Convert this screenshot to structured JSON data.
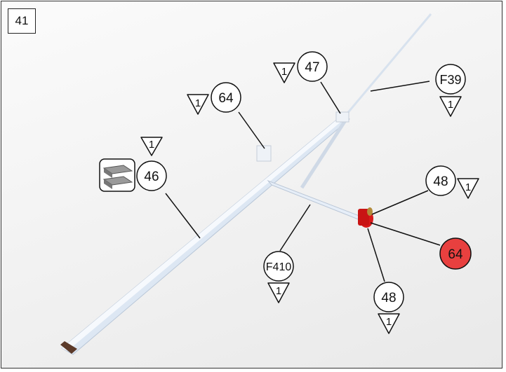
{
  "step": "41",
  "qty": "1",
  "parts": {
    "p46": "46",
    "p64_top": "64",
    "p47": "47",
    "f39": "F39",
    "p48_right": "48",
    "p64_red": "64",
    "f410": "F410",
    "p48_bottom": "48"
  },
  "colors": {
    "highlight": "#e8403f",
    "paint_red": "#d81a1a",
    "boom_white": "#e6eef8"
  },
  "icons": [
    "glue-sheets-icon"
  ]
}
